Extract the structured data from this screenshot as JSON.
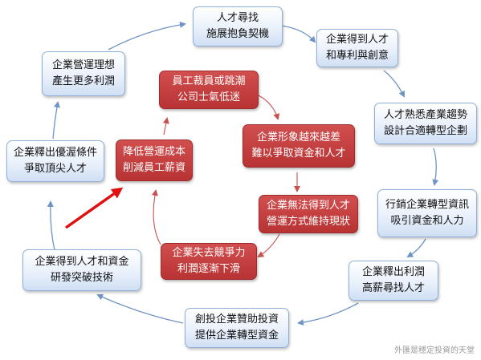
{
  "outer_cycle": [
    {
      "id": "talent-search",
      "lines": [
        "人才尋找",
        "施展抱負契機"
      ]
    },
    {
      "id": "gain-talent-patents",
      "lines": [
        "企業得到人才",
        "和專利與創意"
      ]
    },
    {
      "id": "plan-transformation",
      "lines": [
        "人才熟悉產業趨勢",
        "設計合適轉型企劃"
      ]
    },
    {
      "id": "market-transformation",
      "lines": [
        "行銷企業轉型資訊",
        "吸引資金和人力"
      ]
    },
    {
      "id": "release-profit",
      "lines": [
        "企業釋出利潤",
        "高薪尋找人才"
      ]
    },
    {
      "id": "invest-sponsor",
      "lines": [
        "創投企業贊助投資",
        "提供企業轉型資金"
      ]
    },
    {
      "id": "gain-talent-funding",
      "lines": [
        "企業得到人才和資金",
        "研發突破技術"
      ]
    },
    {
      "id": "good-conditions",
      "lines": [
        "企業釋出優渥條件",
        "爭取頂尖人才"
      ]
    },
    {
      "id": "ideal-operation",
      "lines": [
        "企業營運理想",
        "產生更多利潤"
      ]
    }
  ],
  "inner_cycle": [
    {
      "id": "layoffs",
      "lines": [
        "員工裁員或跳潮",
        "公司士氣低迷"
      ]
    },
    {
      "id": "image-decline",
      "lines": [
        "企業形象越來越差",
        "難以爭取資金和人才"
      ]
    },
    {
      "id": "maintain-status",
      "lines": [
        "企業無法得到人才",
        "營運方式維持現狀"
      ]
    },
    {
      "id": "lose-competitiveness",
      "lines": [
        "企業失去競爭力",
        "利潤逐漸下滑"
      ]
    },
    {
      "id": "cut-costs",
      "lines": [
        "降低營運成本",
        "削減員工薪資"
      ]
    }
  ],
  "watermark": "外匯是穩定投資的天堂",
  "colors": {
    "outer_border": "#8fb0d6",
    "inner_fill": "#c0393b",
    "blue_arrow": "#6f94c4",
    "red_arrow": "#e01010",
    "thin_red_arrow": "#c85050"
  }
}
